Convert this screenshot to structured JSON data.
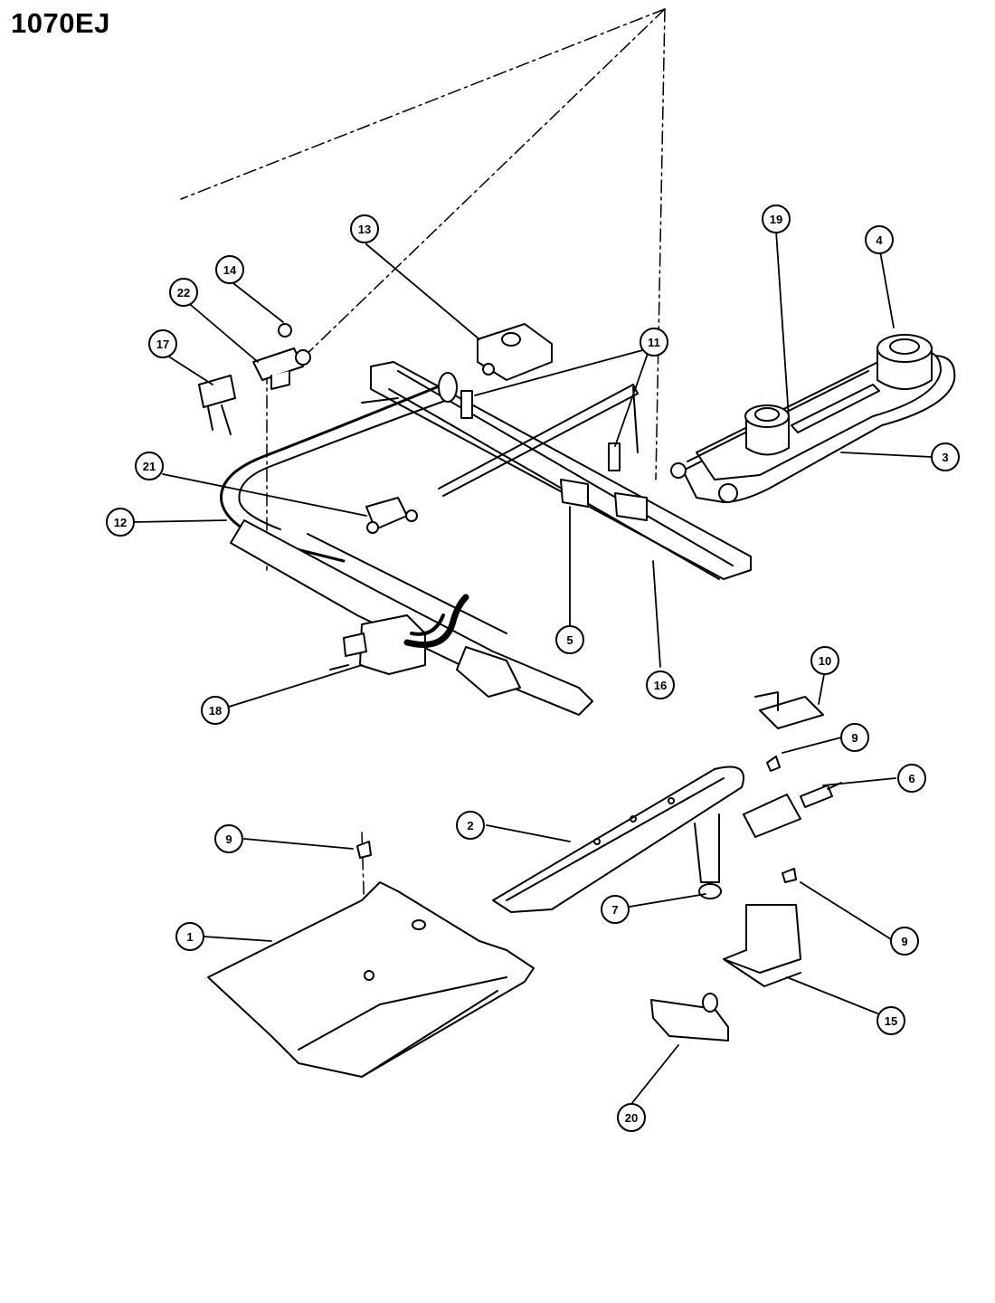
{
  "title": "1070EJ",
  "callouts": [
    {
      "id": "c1",
      "label": "1"
    },
    {
      "id": "c2",
      "label": "2"
    },
    {
      "id": "c3",
      "label": "3"
    },
    {
      "id": "c4",
      "label": "4"
    },
    {
      "id": "c5",
      "label": "5"
    },
    {
      "id": "c6",
      "label": "6"
    },
    {
      "id": "c7",
      "label": "7"
    },
    {
      "id": "c9a",
      "label": "9"
    },
    {
      "id": "c9b",
      "label": "9"
    },
    {
      "id": "c9c",
      "label": "9"
    },
    {
      "id": "c10",
      "label": "10"
    },
    {
      "id": "c11",
      "label": "11"
    },
    {
      "id": "c12",
      "label": "12"
    },
    {
      "id": "c13",
      "label": "13"
    },
    {
      "id": "c14",
      "label": "14"
    },
    {
      "id": "c15",
      "label": "15"
    },
    {
      "id": "c16",
      "label": "16"
    },
    {
      "id": "c17",
      "label": "17"
    },
    {
      "id": "c18",
      "label": "18"
    },
    {
      "id": "c19",
      "label": "19"
    },
    {
      "id": "c20",
      "label": "20"
    },
    {
      "id": "c21",
      "label": "21"
    },
    {
      "id": "c22",
      "label": "22"
    }
  ]
}
